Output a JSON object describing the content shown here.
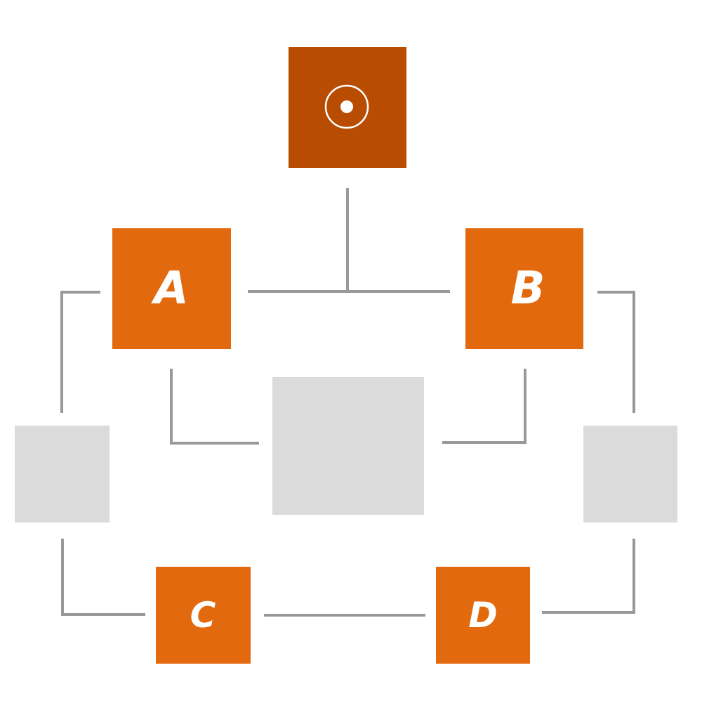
{
  "colors": {
    "root": "#B84D02",
    "node": "#E2690D",
    "placeholder": "#DBDBDB",
    "connector": "#999999",
    "icon": "#FFFFFF"
  },
  "root": {
    "icon": "target-icon"
  },
  "nodes": {
    "a": {
      "label": "A"
    },
    "b": {
      "label": "B"
    },
    "c": {
      "label": "C"
    },
    "d": {
      "label": "D"
    }
  }
}
